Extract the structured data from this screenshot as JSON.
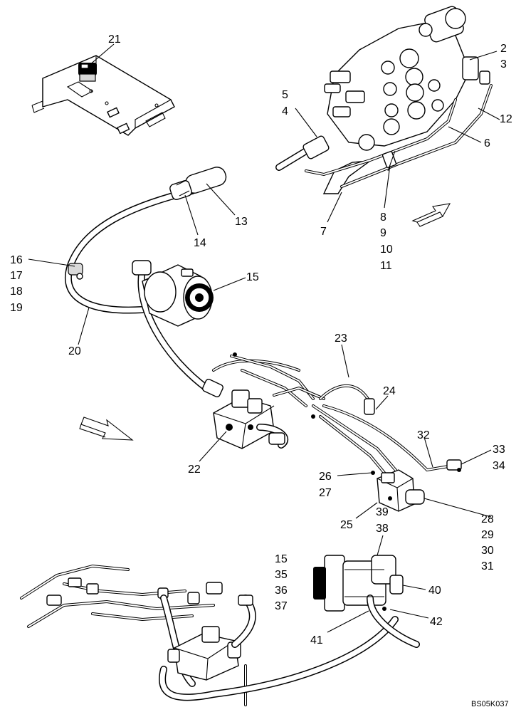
{
  "callouts": {
    "c21": "21",
    "c2": "2",
    "c3": "3",
    "c5": "5",
    "c4": "4",
    "c12": "12",
    "c6": "6",
    "c13": "13",
    "c14": "14",
    "c7": "7",
    "c8": "8",
    "c9": "9",
    "c10": "10",
    "c11": "11",
    "c16": "16",
    "c17": "17",
    "c18": "18",
    "c19": "19",
    "c15a": "15",
    "c20": "20",
    "c23": "23",
    "c24": "24",
    "c22": "22",
    "c32": "32",
    "c33": "33",
    "c34": "34",
    "c26": "26",
    "c27": "27",
    "c39": "39",
    "c25": "25",
    "c38": "38",
    "c28": "28",
    "c29": "29",
    "c30": "30",
    "c31": "31",
    "c15b": "15",
    "c35": "35",
    "c36": "36",
    "c37": "37",
    "c40": "40",
    "c41": "41",
    "c42": "42"
  },
  "drawing_code": "BS05K037"
}
